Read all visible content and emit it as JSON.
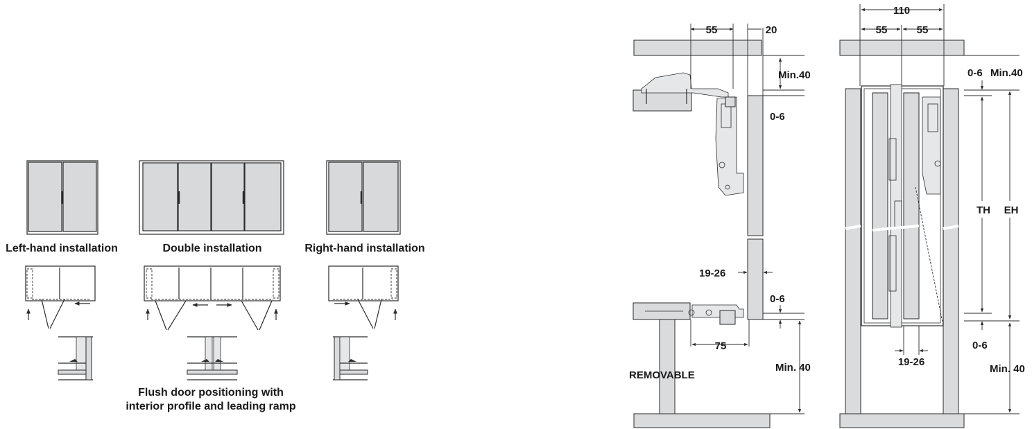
{
  "left_panel": {
    "captions": {
      "left_hand": "Left-hand installation",
      "double": "Double installation",
      "right_hand": "Right-hand installation",
      "flush_line1": "Flush door positioning with",
      "flush_line2": "interior profile and leading ramp"
    }
  },
  "side_section": {
    "dims": {
      "top_55": "55",
      "top_20": "20",
      "min_40_top": "Min.40",
      "gap_0_6_top": "0-6",
      "thickness": "19-26",
      "gap_0_6_bottom": "0-6",
      "bottom_75": "75",
      "min_40_bottom": "Min. 40"
    },
    "label_removable": "REMOVABLE"
  },
  "front_section": {
    "dims": {
      "top_110": "110",
      "top_55_left": "55",
      "top_55_right": "55",
      "gap_0_6_top": "0-6",
      "min_40_top": "Min.40",
      "th": "TH",
      "eh": "EH",
      "gap_0_6_bottom": "0-6",
      "thickness": "19-26",
      "min_40_bottom": "Min. 40"
    }
  },
  "colors": {
    "panel_grey": "#dadbdd",
    "line": "#2a2a2a",
    "background": "#ffffff"
  }
}
